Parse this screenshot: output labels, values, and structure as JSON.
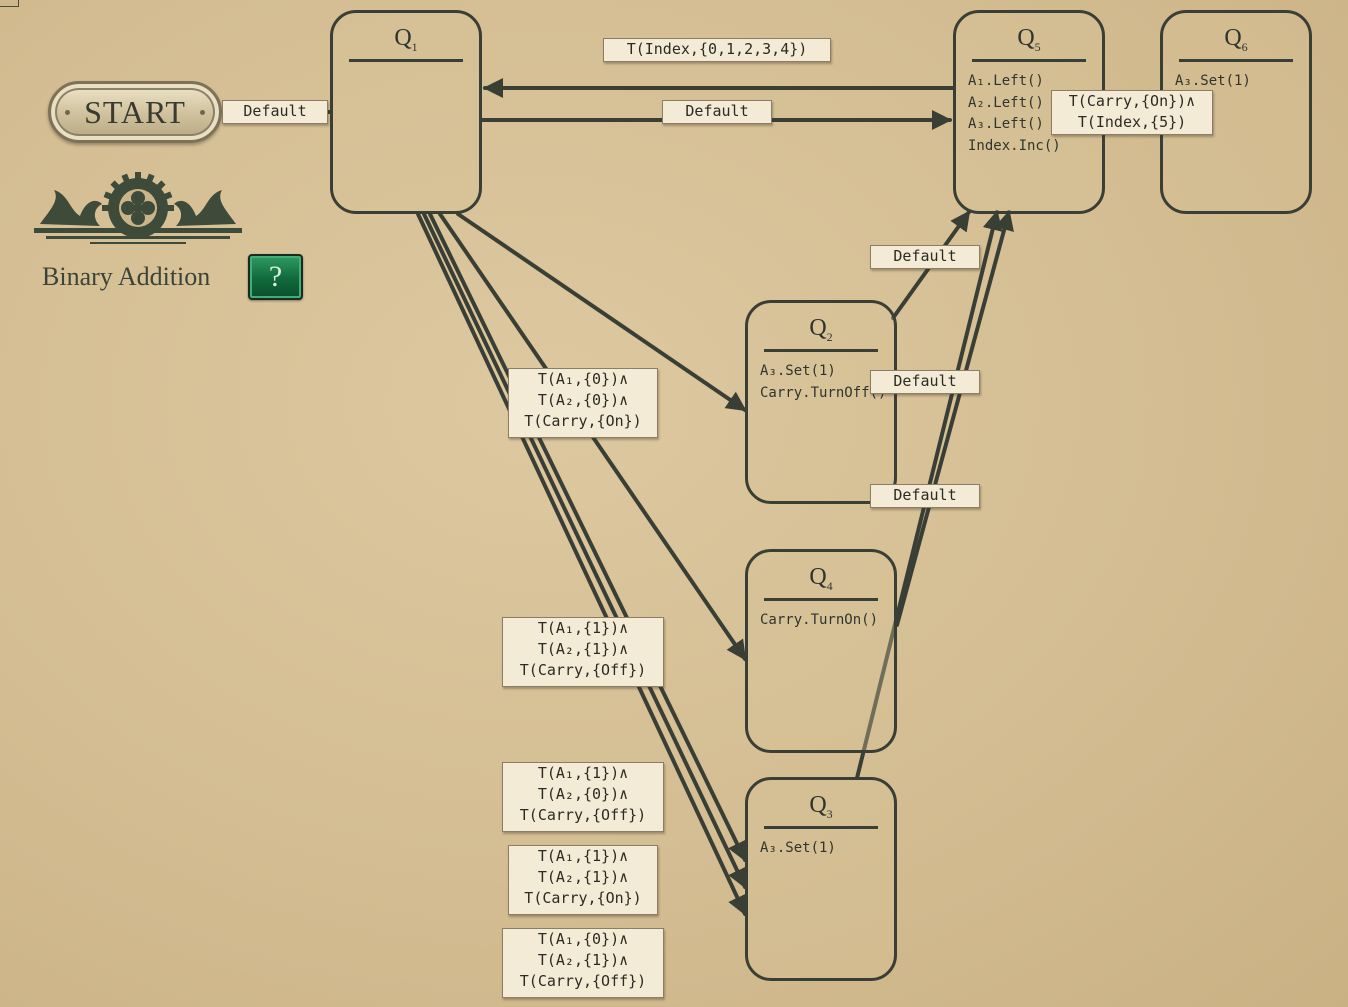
{
  "puzzle": {
    "title": "Binary Addition",
    "help_label": "?",
    "start_label": "START"
  },
  "colors": {
    "wire": "#3a3f36",
    "help_button": "#11693c",
    "label_bg": "#f4ebd6"
  },
  "states": {
    "q1": {
      "name": "Q",
      "sub": "1",
      "actions": []
    },
    "q2": {
      "name": "Q",
      "sub": "2",
      "actions": [
        "A₃.Set(1)",
        "Carry.TurnOff()"
      ]
    },
    "q3": {
      "name": "Q",
      "sub": "3",
      "actions": [
        "A₃.Set(1)"
      ]
    },
    "q4": {
      "name": "Q",
      "sub": "4",
      "actions": [
        "Carry.TurnOn()"
      ]
    },
    "q5": {
      "name": "Q",
      "sub": "5",
      "actions": [
        "A₁.Left()",
        "A₂.Left()",
        "A₃.Left()",
        "Index.Inc()"
      ]
    },
    "q6": {
      "name": "Q",
      "sub": "6",
      "actions": [
        "A₃.Set(1)"
      ]
    }
  },
  "transitions": {
    "start_q1": [
      "Default"
    ],
    "q5_q1": [
      "T(Index,{0,1,2,3,4})"
    ],
    "q1_q5": [
      "Default"
    ],
    "q5_q6": [
      "T(Carry,{On})∧",
      "T(Index,{5})"
    ],
    "q2_q5": [
      "Default"
    ],
    "q4_q5": [
      "Default"
    ],
    "q3_q5": [
      "Default"
    ],
    "q1_q2": [
      "T(A₁,{0})∧",
      "T(A₂,{0})∧",
      "T(Carry,{On})"
    ],
    "q1_q4": [
      "T(A₁,{1})∧",
      "T(A₂,{1})∧",
      "T(Carry,{Off})"
    ],
    "q1_q3_a": [
      "T(A₁,{1})∧",
      "T(A₂,{0})∧",
      "T(Carry,{Off})"
    ],
    "q1_q3_b": [
      "T(A₁,{1})∧",
      "T(A₂,{1})∧",
      "T(Carry,{On})"
    ],
    "q1_q3_c": [
      "T(A₁,{0})∧",
      "T(A₂,{1})∧",
      "T(Carry,{Off})"
    ]
  }
}
